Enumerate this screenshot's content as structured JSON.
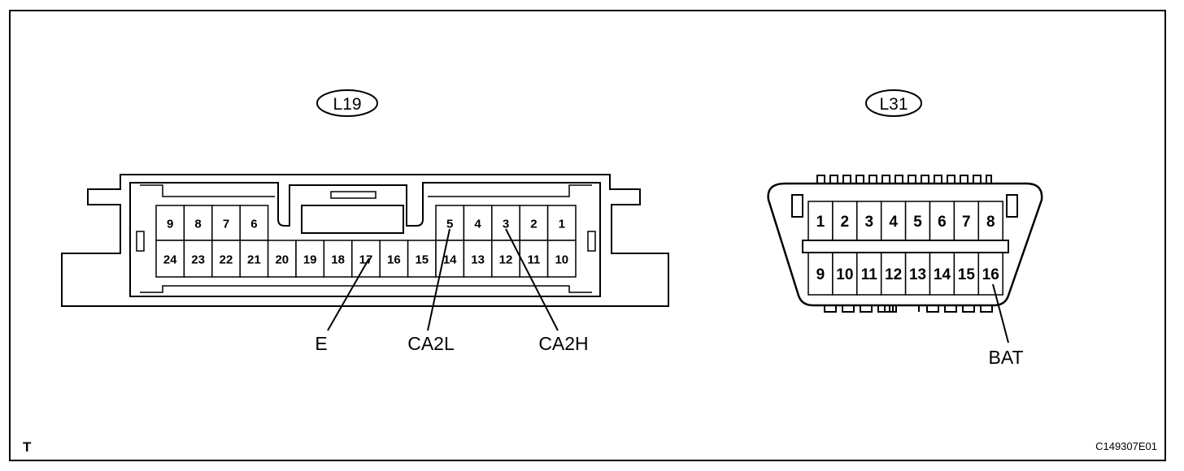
{
  "figure_code": "C149307E01",
  "corner_mark": "T",
  "connectors": {
    "l19": {
      "tag": "L19",
      "top_row_left": [
        "9",
        "8",
        "7",
        "6"
      ],
      "top_row_right": [
        "5",
        "4",
        "3",
        "2",
        "1"
      ],
      "bottom_row": [
        "24",
        "23",
        "22",
        "21",
        "20",
        "19",
        "18",
        "17",
        "16",
        "15",
        "14",
        "13",
        "12",
        "11",
        "10"
      ],
      "signals": [
        {
          "label": "E",
          "pin": "17"
        },
        {
          "label": "CA2L",
          "pin": "5"
        },
        {
          "label": "CA2H",
          "pin": "3"
        }
      ]
    },
    "l31": {
      "tag": "L31",
      "top_row": [
        "1",
        "2",
        "3",
        "4",
        "5",
        "6",
        "7",
        "8"
      ],
      "bottom_row": [
        "9",
        "10",
        "11",
        "12",
        "13",
        "14",
        "15",
        "16"
      ],
      "signals": [
        {
          "label": "BAT",
          "pin": "16"
        }
      ]
    }
  }
}
